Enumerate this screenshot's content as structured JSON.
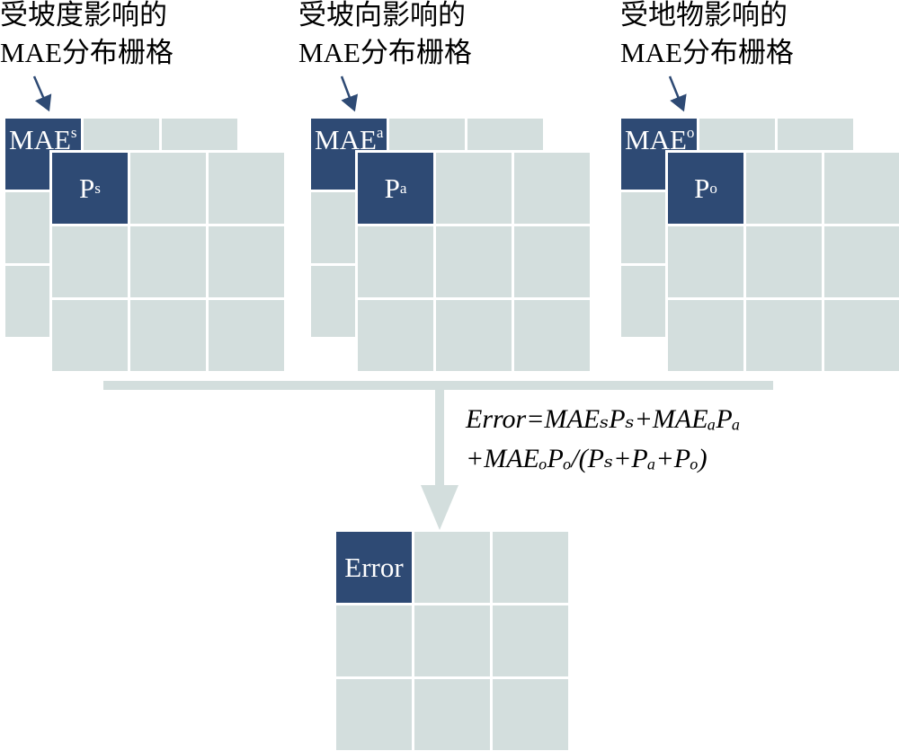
{
  "colors": {
    "dark": "#2e4a74",
    "light": "#d3dedd"
  },
  "groups": [
    {
      "title1": "受坡度影响的",
      "title2": "MAE分布栅格",
      "mae": "MAE",
      "mae_sub": "s",
      "p": "P",
      "p_sub": "s"
    },
    {
      "title1": "受坡向影响的",
      "title2": "MAE分布栅格",
      "mae": "MAE",
      "mae_sub": "a",
      "p": "P",
      "p_sub": "a"
    },
    {
      "title1": "受地物影响的",
      "title2": "MAE分布栅格",
      "mae": "MAE",
      "mae_sub": "o",
      "p": "P",
      "p_sub": "o"
    }
  ],
  "formula": {
    "line1": "Error=MAEₛPₛ+MAEₐPₐ",
    "line2": "+MAEₒPₒ/(Pₛ+Pₐ+Pₒ)"
  },
  "result": {
    "label": "Error"
  }
}
